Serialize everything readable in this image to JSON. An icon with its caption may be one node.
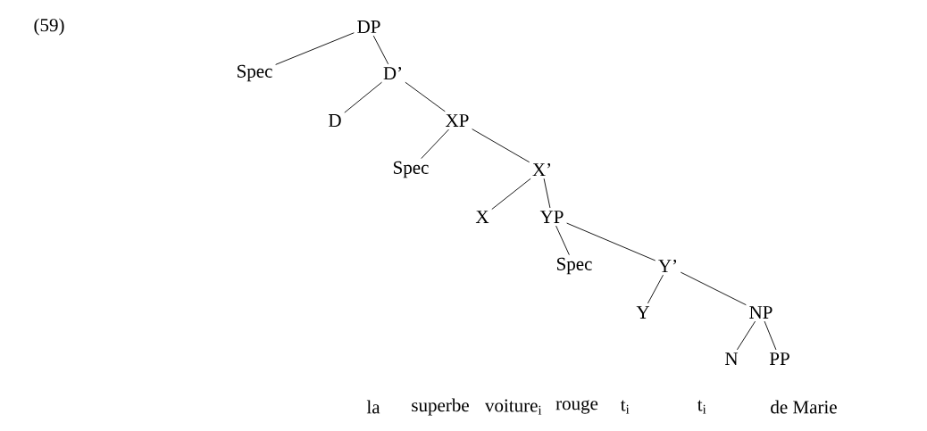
{
  "diagram": {
    "nodes": [
      {
        "text": [
          "DP"
        ]
      },
      {
        "text": [
          "Spec"
        ]
      },
      {
        "text": [
          "D’"
        ]
      },
      {
        "text": [
          "D"
        ]
      },
      {
        "text": [
          "XP"
        ]
      },
      {
        "text": [
          "Spec"
        ]
      },
      {
        "text": [
          "X’"
        ]
      },
      {
        "text": [
          "X"
        ]
      },
      {
        "text": [
          "YP"
        ]
      },
      {
        "text": [
          "Spec"
        ]
      },
      {
        "text": [
          "Y’"
        ]
      },
      {
        "text": [
          "Y"
        ]
      },
      {
        "text": [
          "NP"
        ]
      },
      {
        "text": [
          "N"
        ]
      },
      {
        "text": [
          "PP"
        ]
      }
    ],
    "edges": [
      {
        "from": 0,
        "to": 1,
        "arrow": "none"
      },
      {
        "from": 0,
        "to": 2,
        "arrow": "none"
      },
      {
        "from": 2,
        "to": 3,
        "arrow": "none"
      },
      {
        "from": 2,
        "to": 4,
        "arrow": "none"
      },
      {
        "from": 4,
        "to": 5,
        "arrow": "none"
      },
      {
        "from": 4,
        "to": 6,
        "arrow": "none"
      },
      {
        "from": 6,
        "to": 7,
        "arrow": "none"
      },
      {
        "from": 6,
        "to": 8,
        "arrow": "none"
      },
      {
        "from": 8,
        "to": 9,
        "arrow": "none"
      },
      {
        "from": 8,
        "to": 10,
        "arrow": "none"
      },
      {
        "from": 10,
        "to": 11,
        "arrow": "none"
      },
      {
        "from": 10,
        "to": 12,
        "arrow": "none"
      },
      {
        "from": 12,
        "to": 13,
        "arrow": "none"
      },
      {
        "from": 12,
        "to": 14,
        "arrow": "none"
      }
    ],
    "labels": [
      "(59)",
      "la",
      "superbe",
      "voiture$_{i}$",
      "rouge",
      "t$_{i}$",
      "t$_{i}$",
      "de Marie"
    ]
  }
}
